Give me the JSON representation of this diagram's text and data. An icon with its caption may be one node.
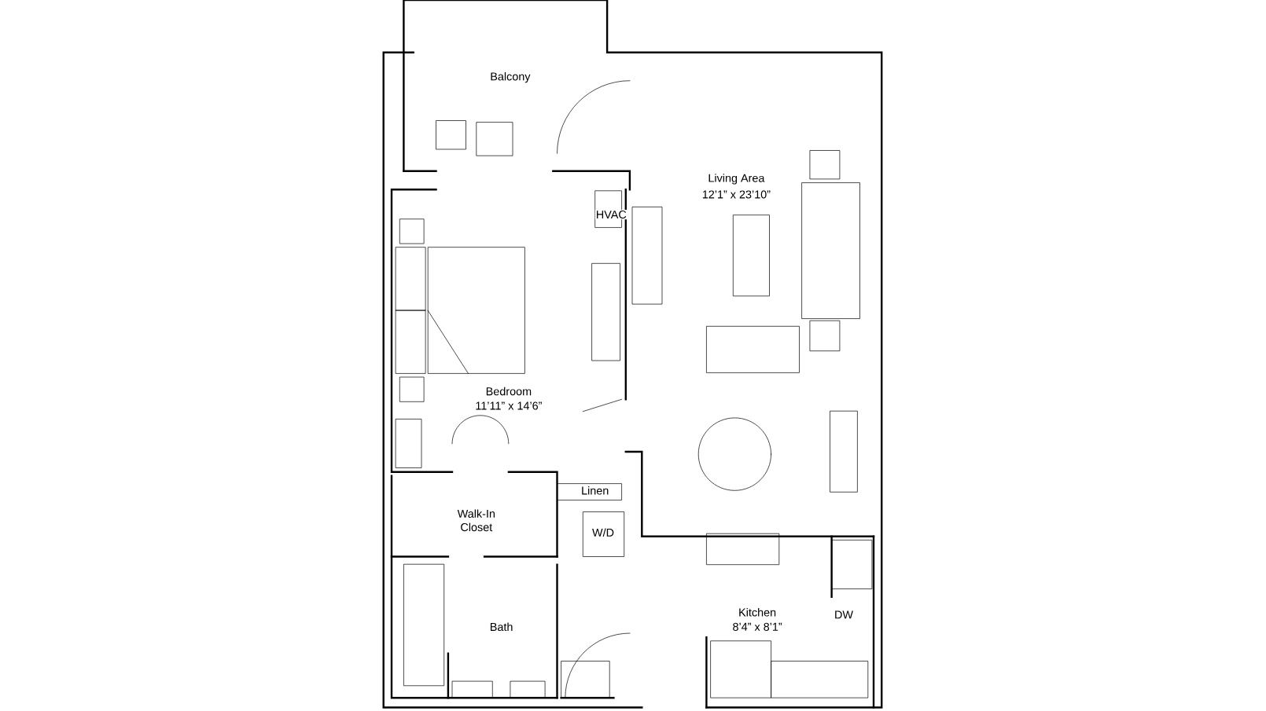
{
  "diagram": {
    "labels": [
      "Balcony",
      "Living Area",
      "12’1” x 23’10”",
      "HVAC",
      "Bedroom",
      "11’11” x 14’6”",
      "Linen",
      "Walk-In Closet",
      "W/D",
      "Bath",
      "Kitchen",
      "8’4” x 8’1”",
      "DW"
    ]
  }
}
